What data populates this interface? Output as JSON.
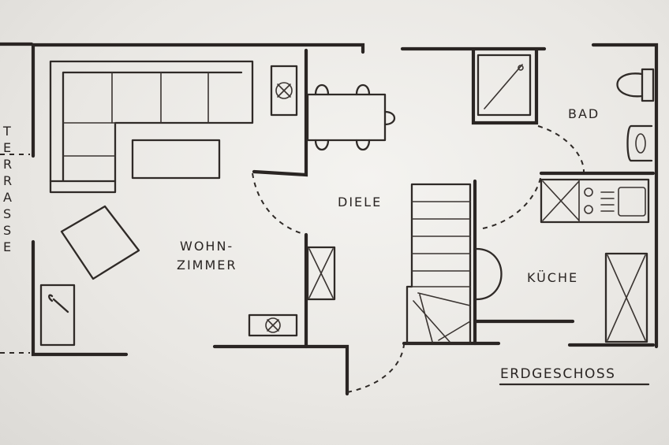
{
  "rooms": {
    "terrace": "TERRASSE",
    "living_line1": "WOHN-",
    "living_line2": "ZIMMER",
    "hall": "DIELE",
    "bath": "BAD",
    "kitchen": "KÜCHE"
  },
  "drawing_title": "ERDGESCHOSS",
  "colors": {
    "ink": "#2a2523",
    "paper": "#ecebe8"
  }
}
